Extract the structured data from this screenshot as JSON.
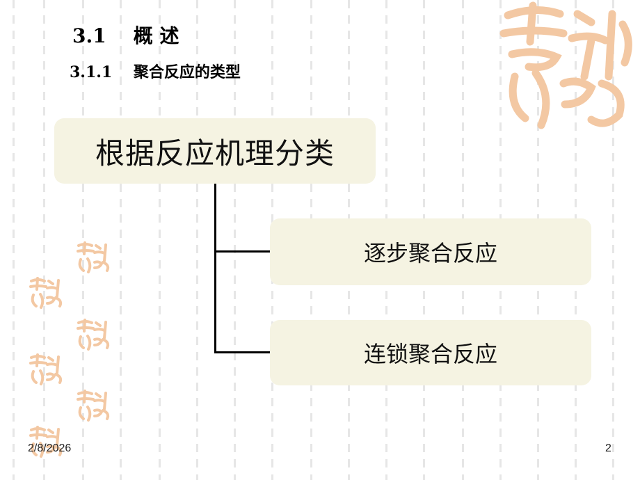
{
  "heading": {
    "section": "3.1    概 述",
    "subsection": "3.1.1    聚合反应的类型"
  },
  "diagram": {
    "root": "根据反应机理分类",
    "children": [
      "逐步聚合反应",
      "连锁聚合反应"
    ]
  },
  "footer": {
    "date": "2/8/2026",
    "page": "2"
  },
  "colors": {
    "box_fill": "#f5f3e2",
    "connector": "#000000",
    "seal": "#f3c8a3"
  },
  "decor": {
    "seal_icon": "auspicious-seal-icon"
  }
}
